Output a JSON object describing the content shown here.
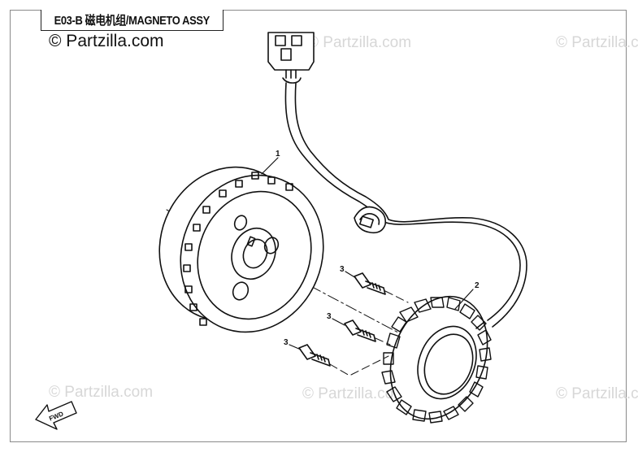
{
  "title": "E03-B 磁电机组/MAGNETO ASSY",
  "copyright": "© Partzilla.com",
  "watermarks": [
    "© Partzilla.com",
    "© Partzilla.com",
    "© Partzilla.com",
    "© Partzilla.com",
    "© Partzilla.com"
  ],
  "callouts": [
    "1",
    "2",
    "3",
    "3",
    "3"
  ],
  "fwd_label": "FWD",
  "colors": {
    "line": "#111111",
    "watermark": "#d7d7d7",
    "frame": "#8a8a8a"
  }
}
